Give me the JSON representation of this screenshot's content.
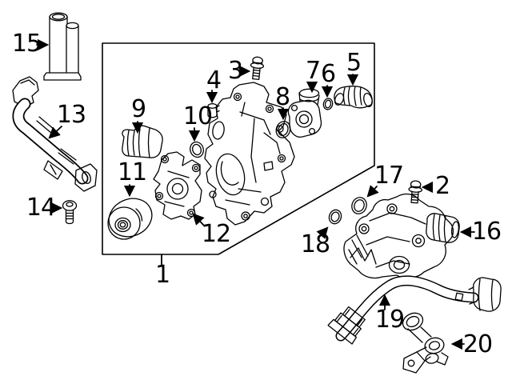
{
  "diagram": {
    "kind": "exploded-parts-diagram",
    "background_color": "#ffffff",
    "line_color": "#000000",
    "label_color": "#000000"
  },
  "callouts": [
    {
      "number": "1",
      "target": "boxed-pump-assembly"
    },
    {
      "number": "2",
      "target": "bolt"
    },
    {
      "number": "3",
      "target": "bolt"
    },
    {
      "number": "4",
      "target": "plug"
    },
    {
      "number": "5",
      "target": "elbow-connector"
    },
    {
      "number": "6",
      "target": "o-ring"
    },
    {
      "number": "7",
      "target": "outlet-housing"
    },
    {
      "number": "8",
      "target": "o-ring"
    },
    {
      "number": "9",
      "target": "pipe-fitting"
    },
    {
      "number": "10",
      "target": "o-ring"
    },
    {
      "number": "11",
      "target": "pulley"
    },
    {
      "number": "12",
      "target": "water-pump"
    },
    {
      "number": "13",
      "target": "curved-hose"
    },
    {
      "number": "14",
      "target": "bolt"
    },
    {
      "number": "15",
      "target": "standpipe"
    },
    {
      "number": "16",
      "target": "connector-fitting"
    },
    {
      "number": "17",
      "target": "o-ring"
    },
    {
      "number": "18",
      "target": "o-ring"
    },
    {
      "number": "19",
      "target": "coolant-hose"
    },
    {
      "number": "20",
      "target": "valve-fitting"
    }
  ]
}
